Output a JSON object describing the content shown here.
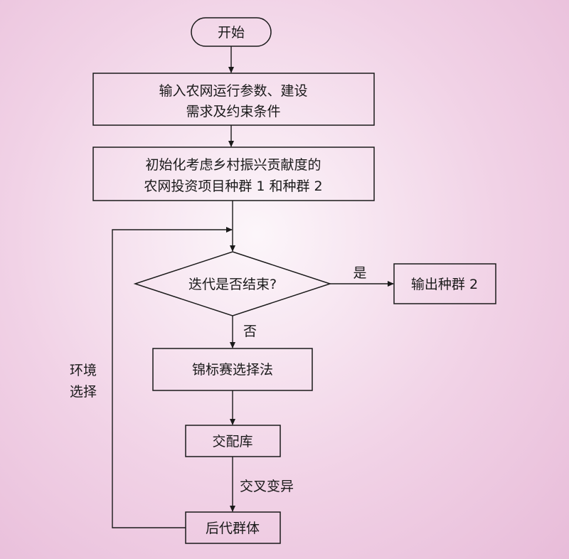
{
  "nodes": {
    "start": "开始",
    "input_line1": "输入农网运行参数、建设",
    "input_line2": "需求及约束条件",
    "init_line1": "初始化考虑乡村振兴贡献度的",
    "init_line2": "农网投资项目种群 1 和种群 2",
    "decision": "迭代是否结束?",
    "output": "输出种群 2",
    "tournament": "锦标赛选择法",
    "mating_pool": "交配库",
    "offspring": "后代群体"
  },
  "edges": {
    "yes_label": "是",
    "no_label": "否",
    "crossover_label": "交叉变异",
    "env_select_line1": "环境",
    "env_select_line2": "选择"
  },
  "colors": {
    "background_center": "#fcf6fa",
    "background_edge": "#e8bcd9",
    "stroke": "#1a1a1a"
  }
}
